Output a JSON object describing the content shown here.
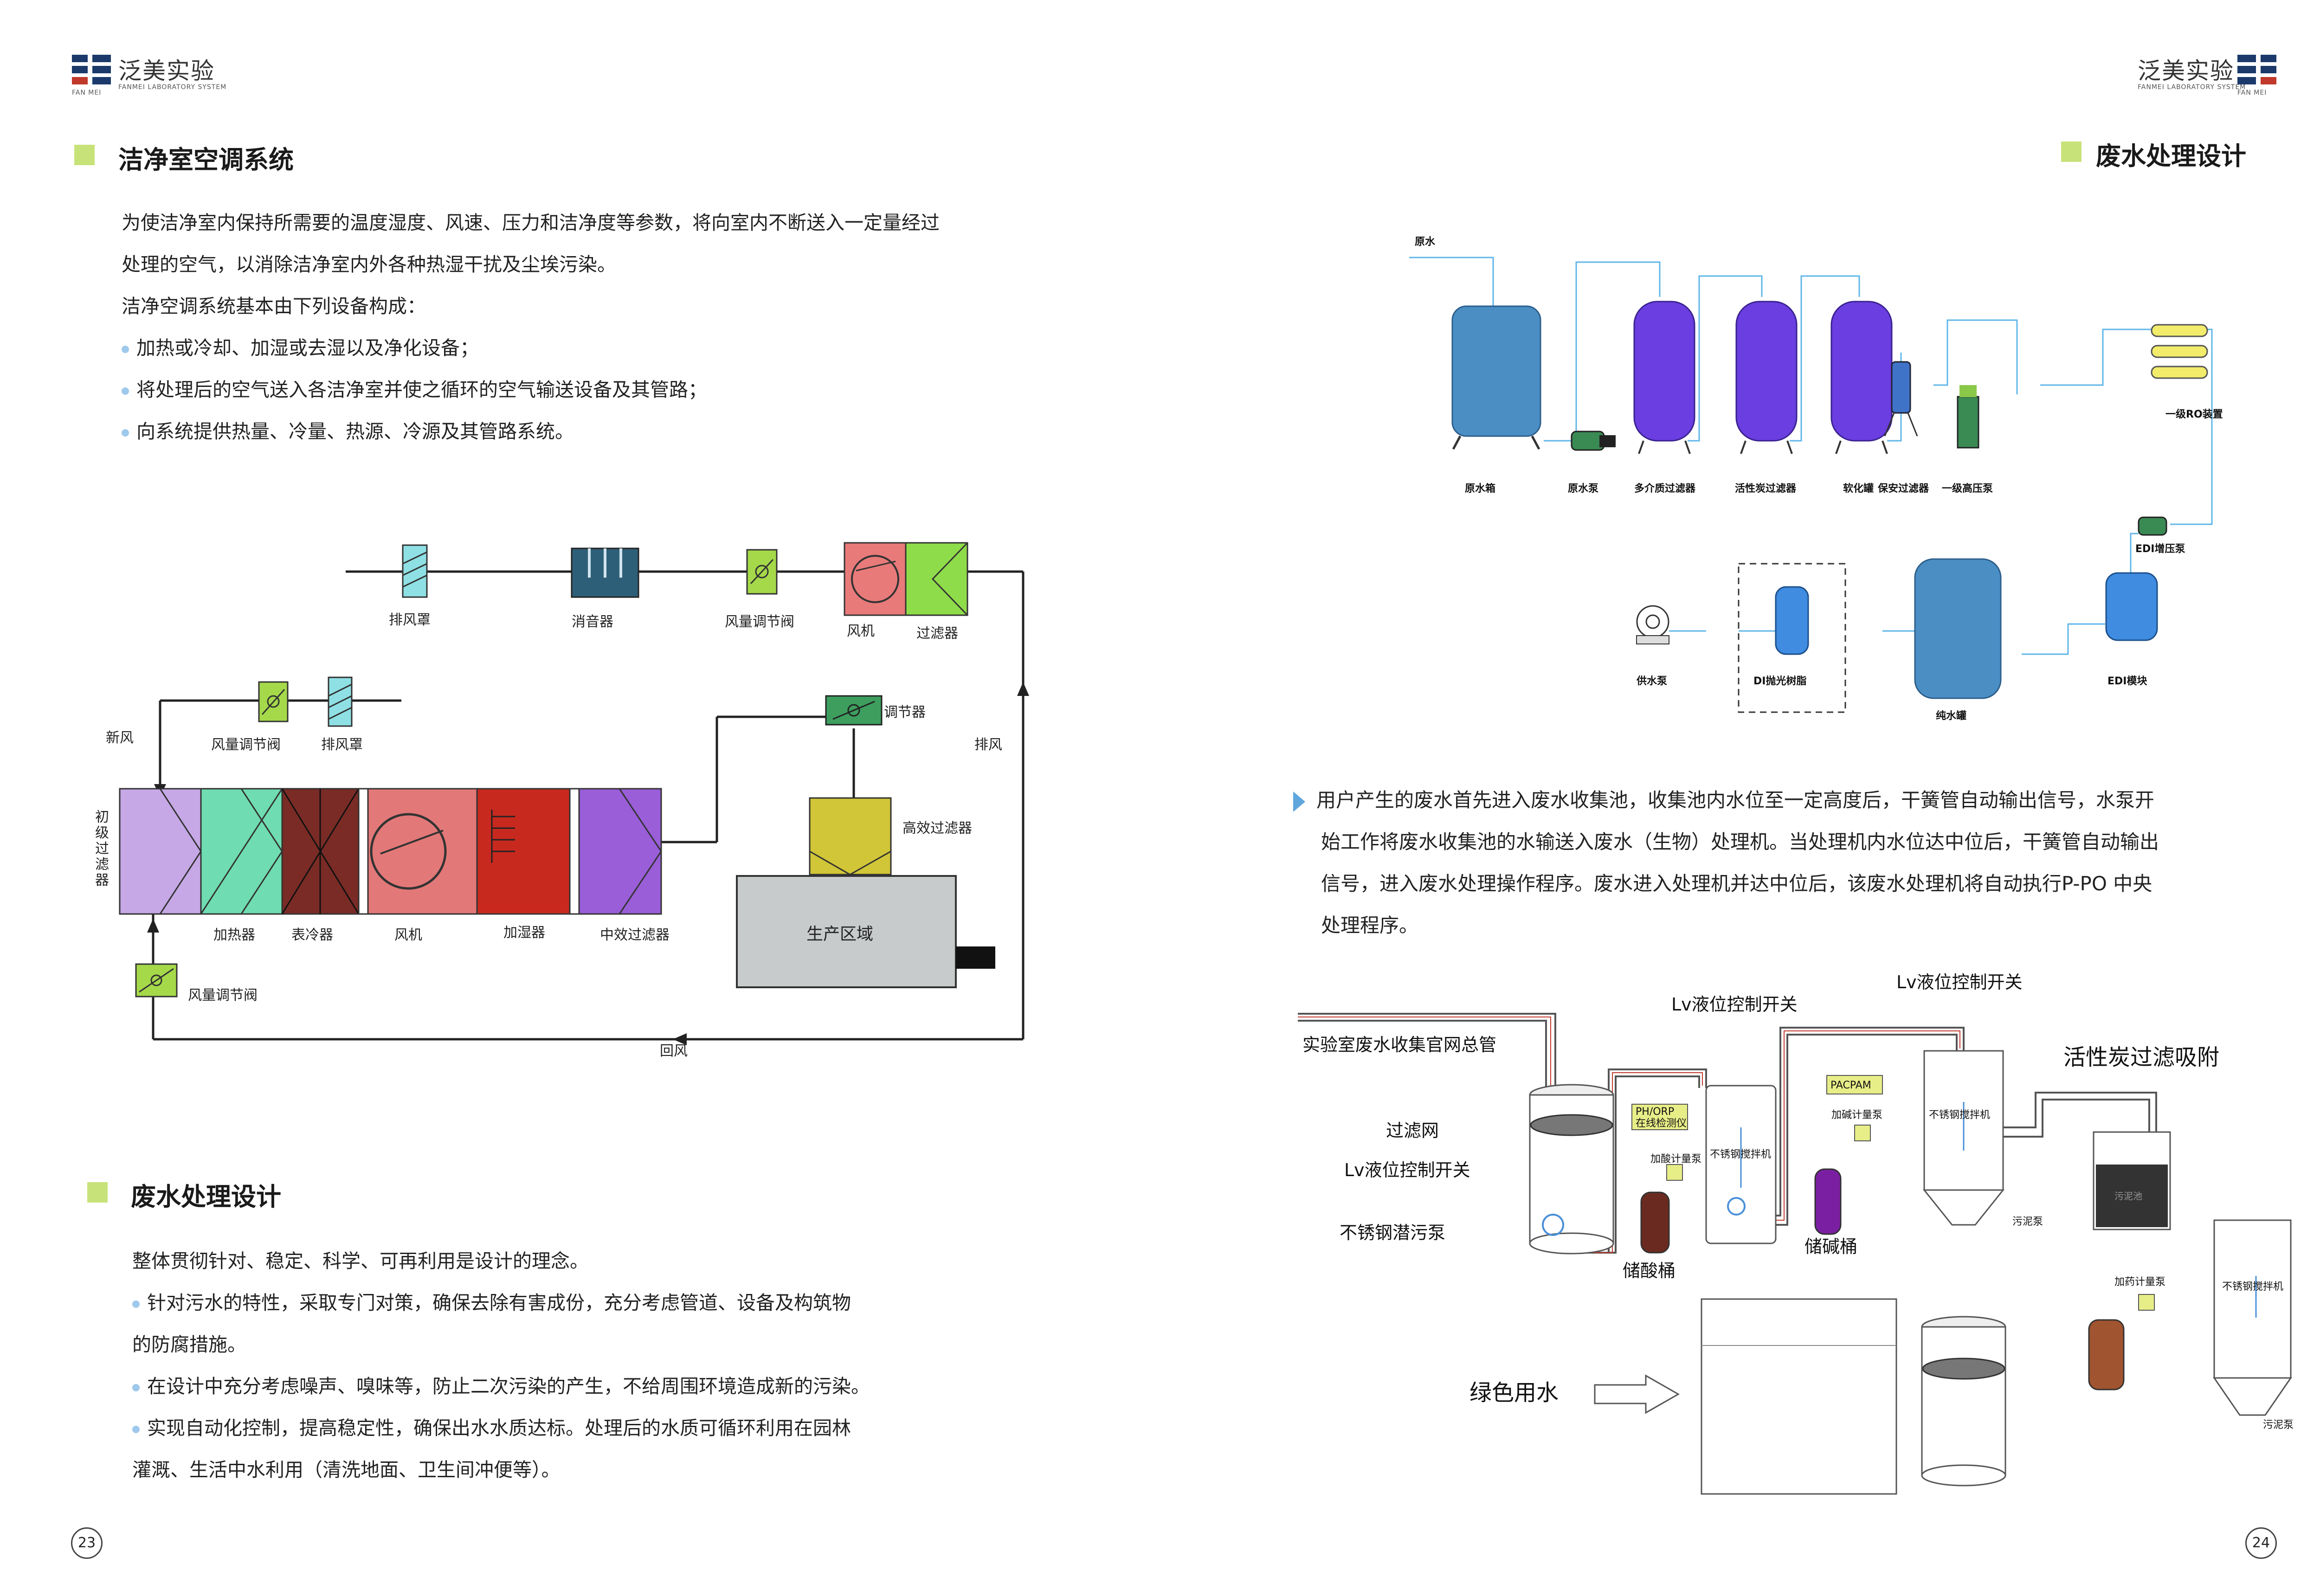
{
  "left": {
    "logo": {
      "brand": "泛美实验",
      "sub": "FANMEI LABORATORY SYSTEM",
      "mark": "FAN MEI"
    },
    "sec1": {
      "title": "洁净室空调系统",
      "para1": "为使洁净室内保持所需要的温度湿度、风速、压力和洁净度等参数，将向室内不断送入一定量经过",
      "para2": "处理的空气，以消除洁净室内外各种热湿干扰及尘埃污染。",
      "para3": "洁净空调系统基本由下列设备构成：",
      "bullets": [
        "加热或冷却、加湿或去湿以及净化设备；",
        "将处理后的空气送入各洁净室并使之循环的空气输送设备及其管路；",
        "向系统提供热量、冷量、热源、冷源及其管路系统。"
      ]
    },
    "hvac": {
      "exhaust_hood": "排风罩",
      "muffler": "消音器",
      "damper": "风量调节阀",
      "fan": "风机",
      "filter": "过滤器",
      "fresh_air": "新风",
      "damper2": "风量调节阀",
      "exhaust_hood2": "排风罩",
      "regulator": "调节器",
      "exhaust": "排风",
      "primary_filter": "初级过滤器",
      "heater": "加热器",
      "cooler": "表冷器",
      "fan2": "风机",
      "humidifier": "加湿器",
      "medium_filter": "中效过滤器",
      "hepa": "高效过滤器",
      "production": "生产区域",
      "damper3": "风量调节阀",
      "return_air": "回风"
    },
    "sec2": {
      "title": "废水处理设计",
      "line1": "整体贯彻针对、稳定、科学、可再利用是设计的理念。",
      "b1a": "针对污水的特性，采取专门对策，确保去除有害成份，充分考虑管道、设备及构筑物",
      "b1b": "的防腐措施。",
      "b2": "在设计中充分考虑噪声、嗅味等，防止二次污染的产生，不给周围环境造成新的污染。",
      "b3a": "实现自动化控制，提高稳定性，确保出水水质达标。处理后的水质可循环利用在园林",
      "b3b": "灌溉、生活中水利用（清洗地面、卫生间冲便等）。"
    },
    "page_num": "23"
  },
  "right": {
    "logo": {
      "brand": "泛美实验",
      "sub": "FANMEI LABORATORY SYSTEM",
      "mark": "FAN MEI"
    },
    "title": "废水处理设计",
    "ro": {
      "raw_water": "原水",
      "raw_tank": "原水箱",
      "raw_pump": "原水泵",
      "multi_filter": "多介质过滤器",
      "carbon_filter": "活性炭过滤器",
      "softener": "软化罐",
      "security_filter": "保安过滤器",
      "hp_pump": "一级高压泵",
      "ro_unit": "一级RO装置",
      "edi_pump": "EDI增压泵",
      "edi_module": "EDI模块",
      "pure_tank": "纯水罐",
      "di_resin": "DI抛光树脂",
      "supply_pump": "供水泵"
    },
    "desc": {
      "l1": "用户产生的废水首先进入废水收集池，收集池内水位至一定高度后，干簧管自动输出信号，水泵开",
      "l2": "始工作将废水收集池的水输送入废水（生物）处理机。当处理机内水位达中位后，干簧管自动输出",
      "l3": "信号，进入废水处理操作程序。废水进入处理机并达中位后，该废水处理机将自动执行P-PO 中央",
      "l4": "处理程序。"
    },
    "ww": {
      "lv1": "Lv液位控制开关",
      "lv2": "Lv液位控制开关",
      "main_pipe": "实验室废水收集官网总管",
      "screen": "过滤网",
      "lv3": "Lv液位控制开关",
      "sub_pump": "不锈钢潜污泵",
      "ph": "PH/ORP",
      "ph2": "在线检测仪",
      "dose1": "加酸计量泵",
      "acid_tank": "储酸桶",
      "mixer1": "不锈钢搅拌机",
      "pac": "PACPAM",
      "dose2": "加碱计量泵",
      "alkali_tank": "储碱桶",
      "mixer2": "不锈钢搅拌机",
      "carbon": "活性炭过滤吸附",
      "sludge_tank": "污泥池",
      "sludge_pump1": "污泥泵",
      "dose3": "加药计量泵",
      "mixer3": "不锈钢搅拌机",
      "sludge_pump2": "污泥泵",
      "green_water": "绿色用水"
    },
    "page_num": "24"
  }
}
